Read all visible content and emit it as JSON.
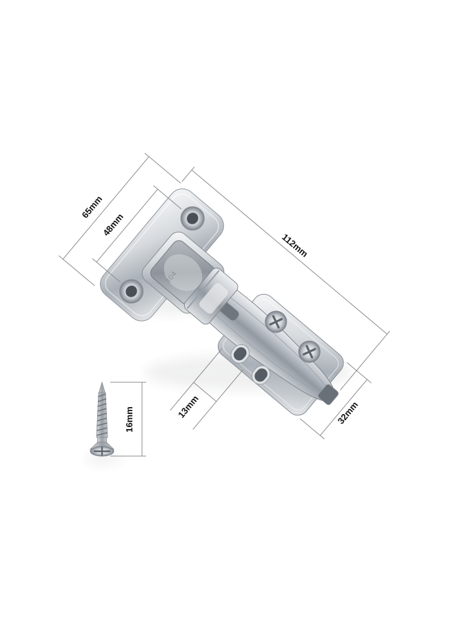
{
  "figure": {
    "subject": "concealed cabinet hinge with mounting screw, dimension diagram",
    "background_color": "#ffffff",
    "dimension_line_color": "#8c8c8c",
    "label_color": "#111111",
    "metal_colors": [
      "#f2f4f5",
      "#c6cbd0",
      "#9299a1",
      "#6a7077"
    ],
    "labels": {
      "d65": "65mm",
      "d48": "48mm",
      "d112": "112mm",
      "d13": "13mm",
      "d32": "32mm",
      "d16": "16mm"
    },
    "stamp": "304"
  }
}
